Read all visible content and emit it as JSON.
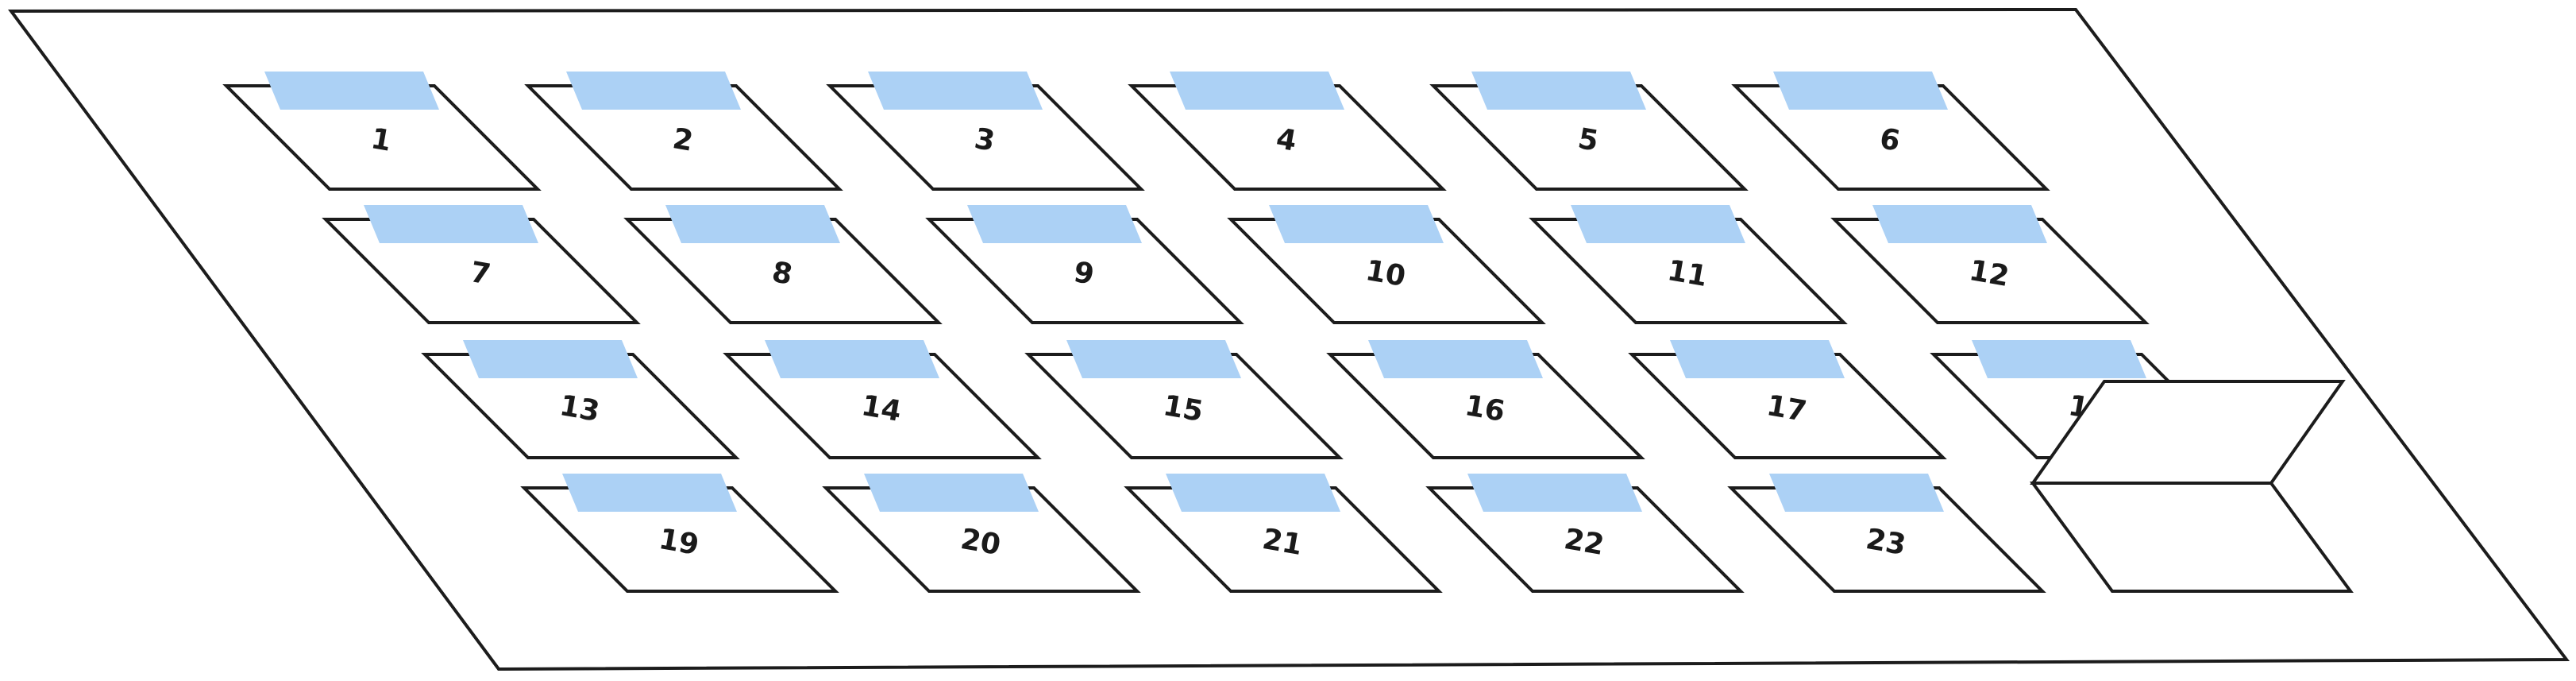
{
  "diagram": {
    "colors": {
      "stroke": "#1c1c1c",
      "tray_fill": "#ffffff",
      "tab_fill": "#acd1f5",
      "label": "#1a1a1a"
    },
    "rows": [
      [
        "1",
        "2",
        "3",
        "4",
        "5",
        "6"
      ],
      [
        "7",
        "8",
        "9",
        "10",
        "11",
        "12"
      ],
      [
        "13",
        "14",
        "15",
        "16",
        "17",
        "18"
      ],
      [
        "19",
        "20",
        "21",
        "22",
        "23"
      ]
    ],
    "has_open_box": true
  }
}
